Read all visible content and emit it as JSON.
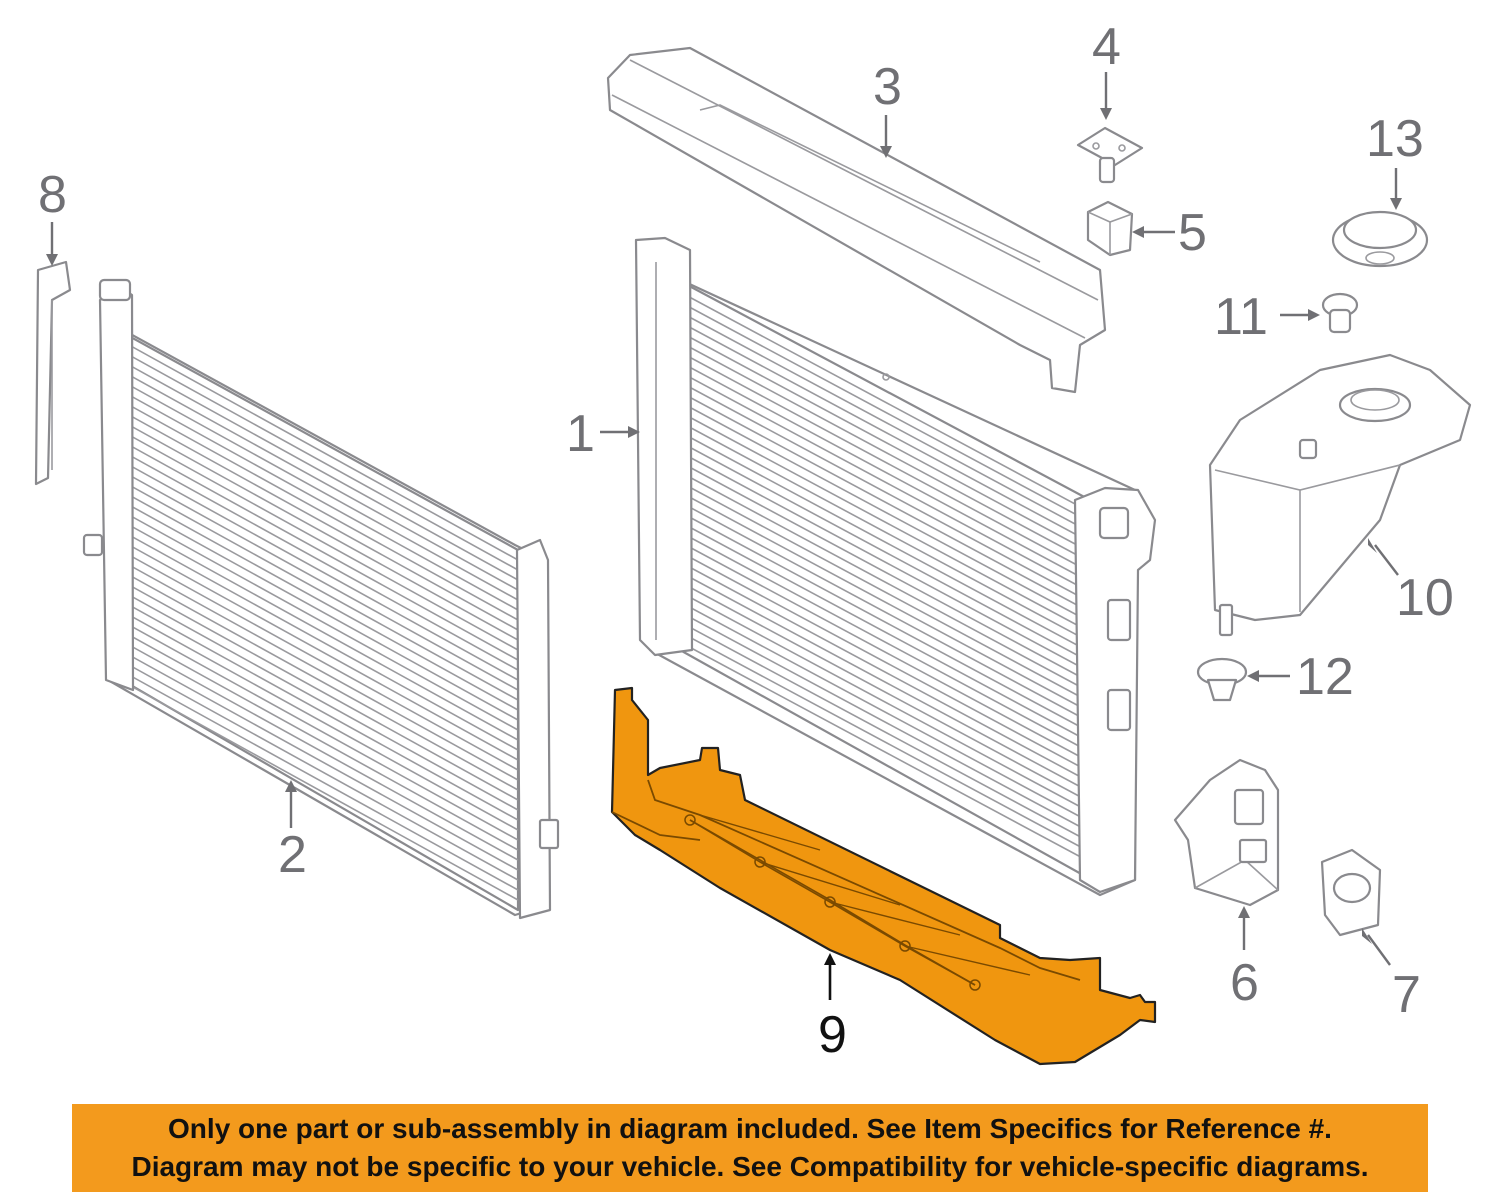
{
  "callouts": {
    "c1": "1",
    "c2": "2",
    "c3": "3",
    "c4": "4",
    "c5": "5",
    "c6": "6",
    "c7": "7",
    "c8": "8",
    "c9": "9",
    "c10": "10",
    "c11": "11",
    "c12": "12",
    "c13": "13"
  },
  "highlighted_part": "9",
  "colors": {
    "highlight": "#f0960f",
    "banner_bg": "#f39a1d",
    "line_art": "#8a8a8e",
    "callout_text": "#707074"
  },
  "banner": {
    "line1": "Only one part or sub-assembly in diagram included. See Item Specifics for Reference #.",
    "line2": "Diagram may not be specific to your vehicle. See Compatibility for vehicle-specific diagrams."
  }
}
